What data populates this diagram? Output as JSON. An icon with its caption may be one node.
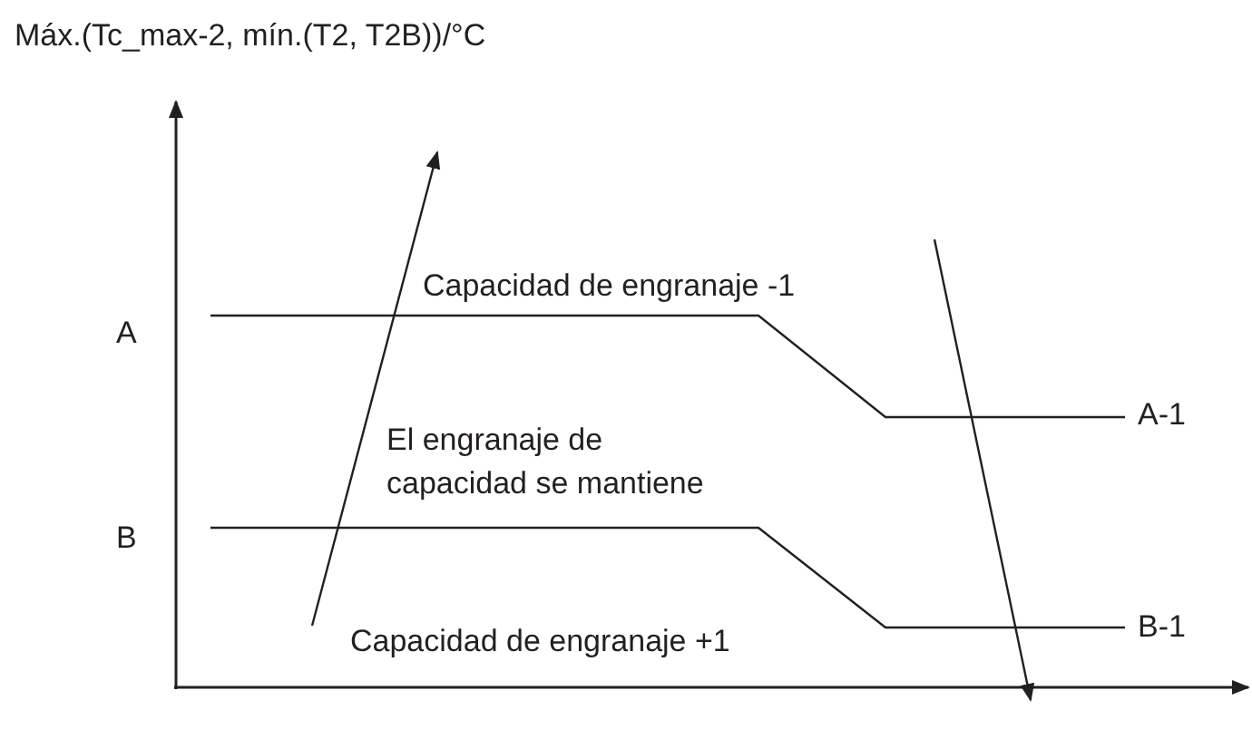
{
  "diagram": {
    "labels": [
      "Máx.(Tc_max-2, mín.(T2, T2B))/°C",
      "Capacidad de engranaje -1",
      "A",
      "A-1",
      "El engranaje de capacidad se mantiene",
      "B",
      "B-1",
      "Capacidad de engranaje +1"
    ]
  }
}
